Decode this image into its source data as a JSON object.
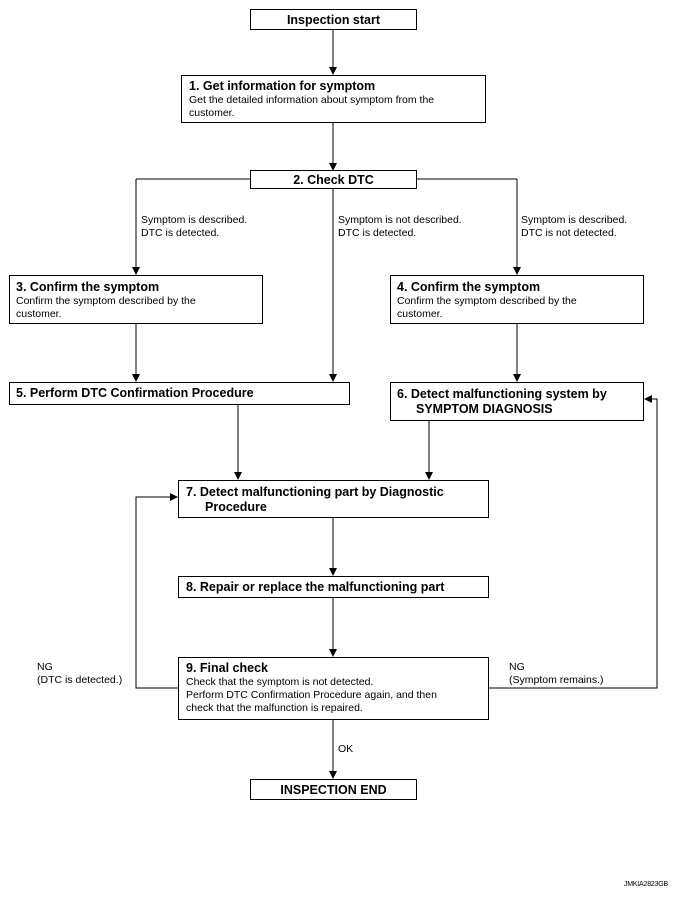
{
  "flowchart": {
    "start": "Inspection start",
    "steps": [
      {
        "title": "1. Get information for symptom",
        "desc": "Get the detailed information about symptom from the\ncustomer."
      },
      {
        "title": "2. Check DTC"
      },
      {
        "title": "3. Confirm the symptom",
        "desc": "Confirm the symptom described by the\ncustomer."
      },
      {
        "title": "4. Confirm the symptom",
        "desc": "Confirm the symptom described by the\ncustomer."
      },
      {
        "title": "5. Perform DTC Confirmation Procedure"
      },
      {
        "title": "6. Detect malfunctioning system by\nSYMPTOM DIAGNOSIS"
      },
      {
        "title": "7. Detect malfunctioning part by Diagnostic\nProcedure"
      },
      {
        "title": "8. Repair or replace the malfunctioning part"
      },
      {
        "title": "9. Final check",
        "desc": "Check that the symptom is not detected.\nPerform DTC Confirmation Procedure again, and then\ncheck that the malfunction is repaired."
      }
    ],
    "end": "INSPECTION END",
    "branch_labels": {
      "left": "Symptom is described.\nDTC is detected.",
      "middle": "Symptom is not described.\nDTC is detected.",
      "right": "Symptom is described.\nDTC is not detected."
    },
    "ng_left": "NG\n(DTC is detected.)",
    "ng_right": "NG\n(Symptom remains.)",
    "ok": "OK"
  },
  "figure_id": "JMKIA2823GB"
}
